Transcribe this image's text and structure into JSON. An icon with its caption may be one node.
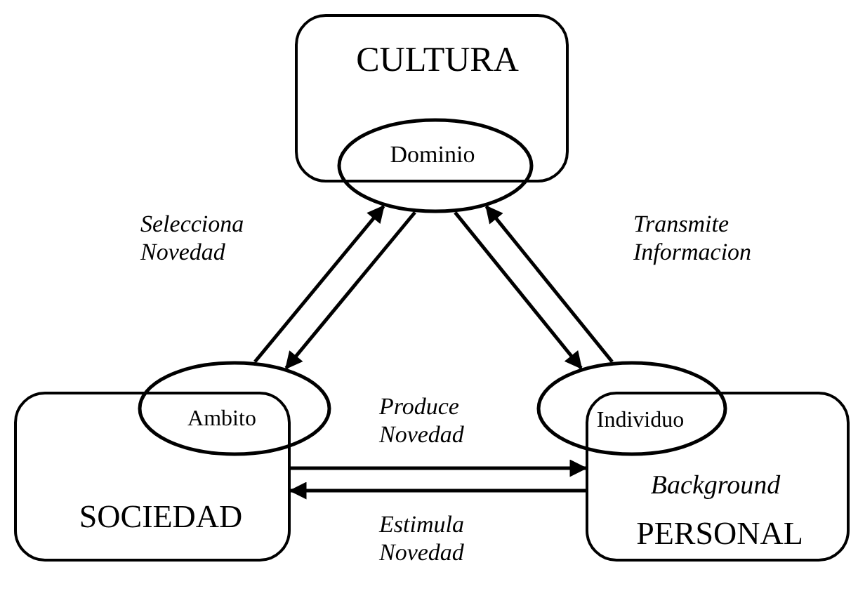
{
  "diagram": {
    "nodes": [
      {
        "text": [
          "CULTURA"
        ]
      },
      {
        "text": [
          "Dominio"
        ]
      },
      {
        "text": [
          "SOCIEDAD"
        ]
      },
      {
        "text": [
          "Ambito"
        ]
      },
      {
        "text": [
          "Background",
          "PERSONAL"
        ]
      },
      {
        "text": [
          "Individuo"
        ]
      }
    ],
    "edges": [
      {
        "from": 3,
        "to": 1,
        "arrow": "to",
        "label": "Selecciona Novedad"
      },
      {
        "from": 1,
        "to": 3,
        "arrow": "to"
      },
      {
        "from": 1,
        "to": 5,
        "arrow": "to"
      },
      {
        "from": 5,
        "to": 1,
        "arrow": "to",
        "label": "Transmite Informacion"
      },
      {
        "from": 2,
        "to": 4,
        "arrow": "to",
        "label": "Produce Novedad"
      },
      {
        "from": 4,
        "to": 2,
        "arrow": "to",
        "label": "Estimula Novedad"
      }
    ]
  }
}
